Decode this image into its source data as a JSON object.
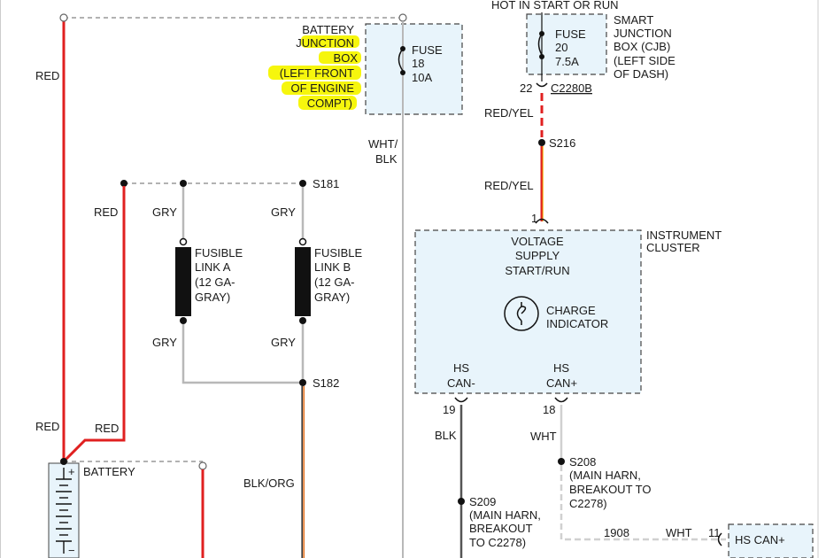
{
  "top_header": "HOT IN START OR RUN",
  "battery_junction_box": {
    "title_lines": [
      "BATTERY",
      "JUNCTION",
      "BOX",
      "(LEFT FRONT",
      "OF ENGINE",
      "COMPT)"
    ],
    "fuse_lines": [
      "FUSE",
      "18",
      "10A"
    ]
  },
  "smart_junction_box": {
    "title_lines": [
      "SMART",
      "JUNCTION",
      "BOX (CJB)",
      "(LEFT SIDE",
      "OF DASH)"
    ],
    "fuse_lines": [
      "FUSE",
      "20",
      "7.5A"
    ],
    "pin": "22",
    "connector": "C2280B"
  },
  "wires": {
    "red_top_left": "RED",
    "red_mid_left": "RED",
    "red_low_left_1": "RED",
    "red_low_left_2": "RED",
    "gry_1": "GRY",
    "gry_2": "GRY",
    "gry_3": "GRY",
    "gry_4": "GRY",
    "wht_blk_1": "WHT/",
    "wht_blk_2": "BLK",
    "red_yel_1": "RED/YEL",
    "red_yel_2": "RED/YEL",
    "blk_org": "BLK/ORG",
    "blk": "BLK",
    "wht_1": "WHT",
    "wht_2": "WHT"
  },
  "splices": {
    "s181": "S181",
    "s182": "S182",
    "s216": "S216",
    "s208": [
      "S208",
      "(MAIN HARN,",
      "BREAKOUT TO",
      "C2278)"
    ],
    "s209": [
      "S209",
      "(MAIN HARN,",
      "BREAKOUT",
      "TO C2278)"
    ]
  },
  "fusible_link_a": [
    "FUSIBLE",
    "LINK A",
    "(12 GA-",
    "GRAY)"
  ],
  "fusible_link_b": [
    "FUSIBLE",
    "LINK B",
    "(12 GA-",
    "GRAY)"
  ],
  "battery_label": "BATTERY",
  "battery_plus": "+",
  "battery_minus": "−",
  "instrument_cluster": {
    "title_lines": [
      "INSTRUMENT",
      "CLUSTER"
    ],
    "voltage_lines": [
      "VOLTAGE",
      "SUPPLY",
      "START/RUN"
    ],
    "charge_lines": [
      "CHARGE",
      "INDICATOR"
    ],
    "hs_can_minus": [
      "HS",
      "CAN-"
    ],
    "hs_can_plus": [
      "HS",
      "CAN+"
    ],
    "pin_1": "1",
    "pin_19": "19",
    "pin_18": "18"
  },
  "wire_1908": "1908",
  "pin_11": "11",
  "hs_can_plus_box": "HS CAN+",
  "colors": {
    "red": "#e02020",
    "red_yel": "#e02020",
    "gray": "#b8b8b8",
    "blk_org_dark": "#3a3a3a",
    "blk_org_orange": "#e07020",
    "highlight": "#f5f500",
    "box_fill": "#e8f4fb"
  }
}
